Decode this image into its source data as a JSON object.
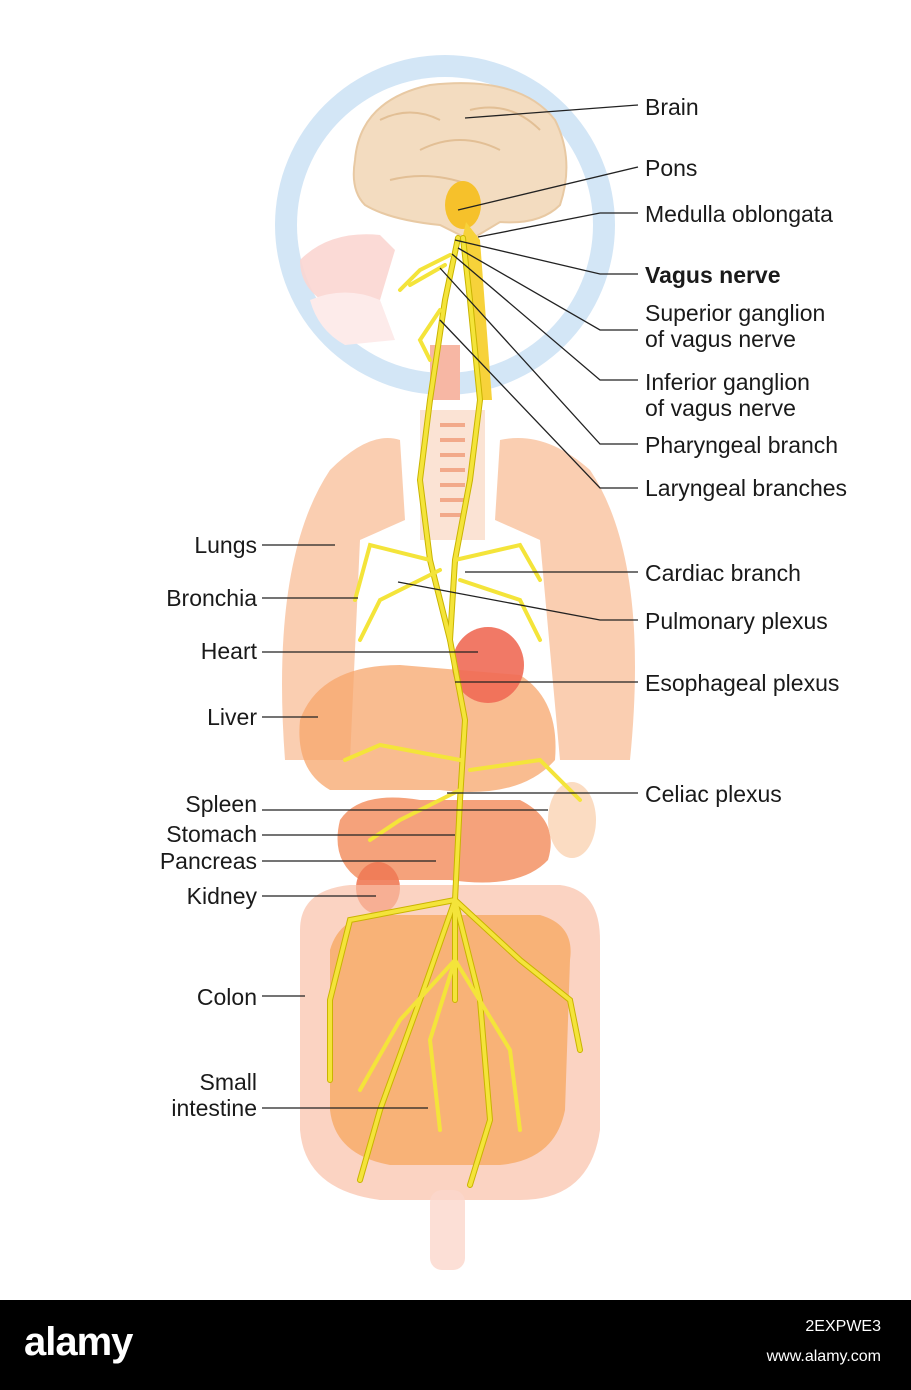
{
  "labels_right": [
    {
      "id": "brain",
      "text": "Brain"
    },
    {
      "id": "pons",
      "text": "Pons"
    },
    {
      "id": "medulla",
      "text": "Medulla oblongata"
    },
    {
      "id": "vagus",
      "text": "Vagus nerve"
    },
    {
      "id": "superior-ganglion",
      "lines": [
        "Superior ganglion",
        "of vagus nerve"
      ]
    },
    {
      "id": "inferior-ganglion",
      "lines": [
        "Inferior ganglion",
        "of vagus nerve"
      ]
    },
    {
      "id": "pharyngeal",
      "text": "Pharyngeal branch"
    },
    {
      "id": "laryngeal",
      "text": "Laryngeal branches"
    },
    {
      "id": "cardiac",
      "text": "Cardiac branch"
    },
    {
      "id": "pulmonary",
      "text": "Pulmonary plexus"
    },
    {
      "id": "esophageal",
      "text": "Esophageal plexus"
    },
    {
      "id": "celiac",
      "text": "Celiac plexus"
    }
  ],
  "labels_left": [
    {
      "id": "lungs",
      "text": "Lungs"
    },
    {
      "id": "bronchia",
      "text": "Bronchia"
    },
    {
      "id": "heart",
      "text": "Heart"
    },
    {
      "id": "liver",
      "text": "Liver"
    },
    {
      "id": "spleen",
      "text": "Spleen"
    },
    {
      "id": "stomach",
      "text": "Stomach"
    },
    {
      "id": "pancreas",
      "text": "Pancreas"
    },
    {
      "id": "kidney",
      "text": "Kidney"
    },
    {
      "id": "colon",
      "text": "Colon"
    },
    {
      "id": "small-intestine",
      "lines": [
        "Small",
        "intestine"
      ]
    }
  ],
  "watermark": {
    "logo": "alamy",
    "image_id": "2EXPWE3",
    "url": "www.alamy.com"
  },
  "colors": {
    "nerve": "#f2e23a",
    "nerve_outline": "#c9b400",
    "brain": "#f3dcc0",
    "head_circle": "#cfe3f5",
    "organ_orange": "#f7a56b",
    "lung": "#f9c9a8",
    "heart": "#f06a55"
  }
}
